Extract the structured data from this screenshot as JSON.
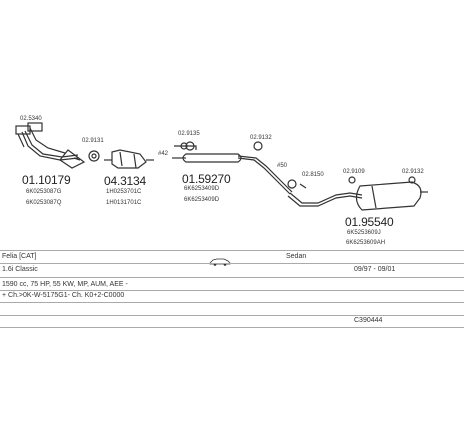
{
  "parts": {
    "p1": {
      "number": "01.10179",
      "codes": [
        "6K0253087G",
        "6K0253087Q"
      ],
      "small": "02.5340"
    },
    "p2": {
      "number": "04.3134",
      "codes": [
        "1H0253701C",
        "1H0131701C"
      ],
      "small": "02.9131"
    },
    "p3": {
      "number": "01.59270",
      "codes": [
        "6K6253409D",
        "6K6253409D"
      ],
      "small_a": "02.9135",
      "small_b": "02.9132",
      "marker": "#42"
    },
    "p4": {
      "number": "01.95540",
      "codes": [
        "6K5253609J",
        "6K6253609AH"
      ],
      "small_a": "02.8150",
      "small_b": "02.9109",
      "small_c": "02.9132",
      "marker": "#50"
    }
  },
  "table": {
    "row1": {
      "model": "Felia [CAT]",
      "body": "Sedan"
    },
    "row2": {
      "engine": "1.6i Classic",
      "period": "09/97 - 09/01"
    },
    "row3": {
      "spec": "1590 cc, 75 HP, 55 KW, MP, AUM, AEE -"
    },
    "row4": {
      "note": "+ Ch.>0K-W-5175G1- Ch. K0+2-C0000"
    },
    "row5": {
      "ref": "C390444"
    }
  }
}
